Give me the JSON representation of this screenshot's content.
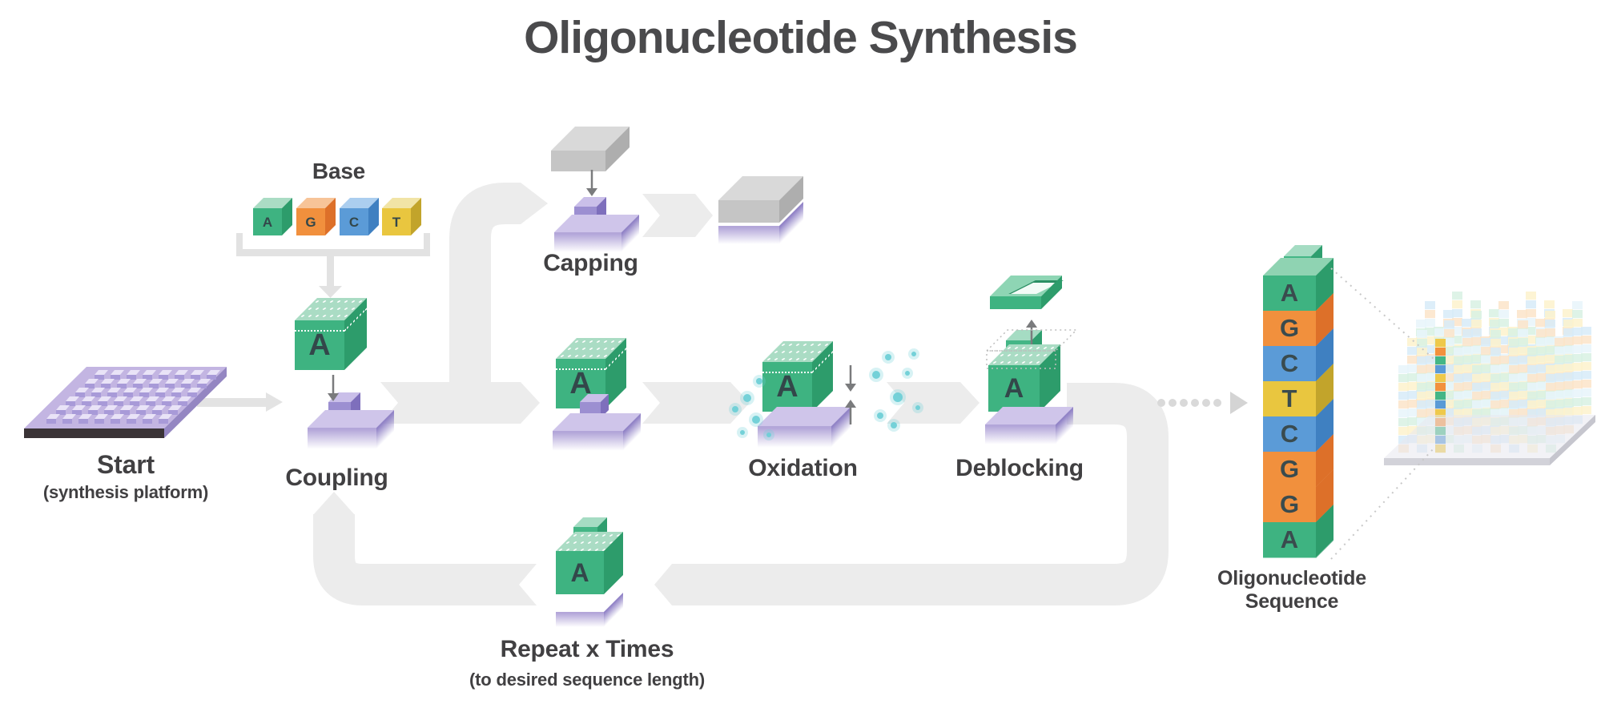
{
  "title": "Oligonucleotide Synthesis",
  "nucleotide_letter": "A",
  "base_group": {
    "label": "Base",
    "cubes": [
      {
        "letter": "A",
        "color_name": "green"
      },
      {
        "letter": "G",
        "color_name": "orange"
      },
      {
        "letter": "C",
        "color_name": "blue"
      },
      {
        "letter": "T",
        "color_name": "yellow"
      }
    ]
  },
  "steps": {
    "start": {
      "label": "Start",
      "sublabel": "(synthesis platform)"
    },
    "coupling": {
      "label": "Coupling"
    },
    "capping": {
      "label": "Capping"
    },
    "oxidation": {
      "label": "Oxidation"
    },
    "deblocking": {
      "label": "Deblocking"
    },
    "repeat": {
      "label": "Repeat x Times",
      "sublabel": "(to desired sequence length)"
    }
  },
  "sequence": {
    "label_line1": "Oligonucleotide",
    "label_line2": "Sequence",
    "blocks": [
      {
        "letter": "A",
        "color_name": "green"
      },
      {
        "letter": "G",
        "color_name": "orange"
      },
      {
        "letter": "C",
        "color_name": "blue"
      },
      {
        "letter": "T",
        "color_name": "yellow"
      },
      {
        "letter": "C",
        "color_name": "blue"
      },
      {
        "letter": "G",
        "color_name": "orange"
      },
      {
        "letter": "G",
        "color_name": "orange"
      },
      {
        "letter": "A",
        "color_name": "green"
      }
    ]
  },
  "colors": {
    "green": "#3eb381",
    "orange": "#f1903d",
    "blue": "#5b9bd7",
    "yellow": "#e9c63f",
    "purple": "#b3a6d9",
    "flow_gray": "#ececec",
    "slab_gray": "#c5c5c5",
    "text": "#414042",
    "sparkle": "#6fcfd6"
  }
}
